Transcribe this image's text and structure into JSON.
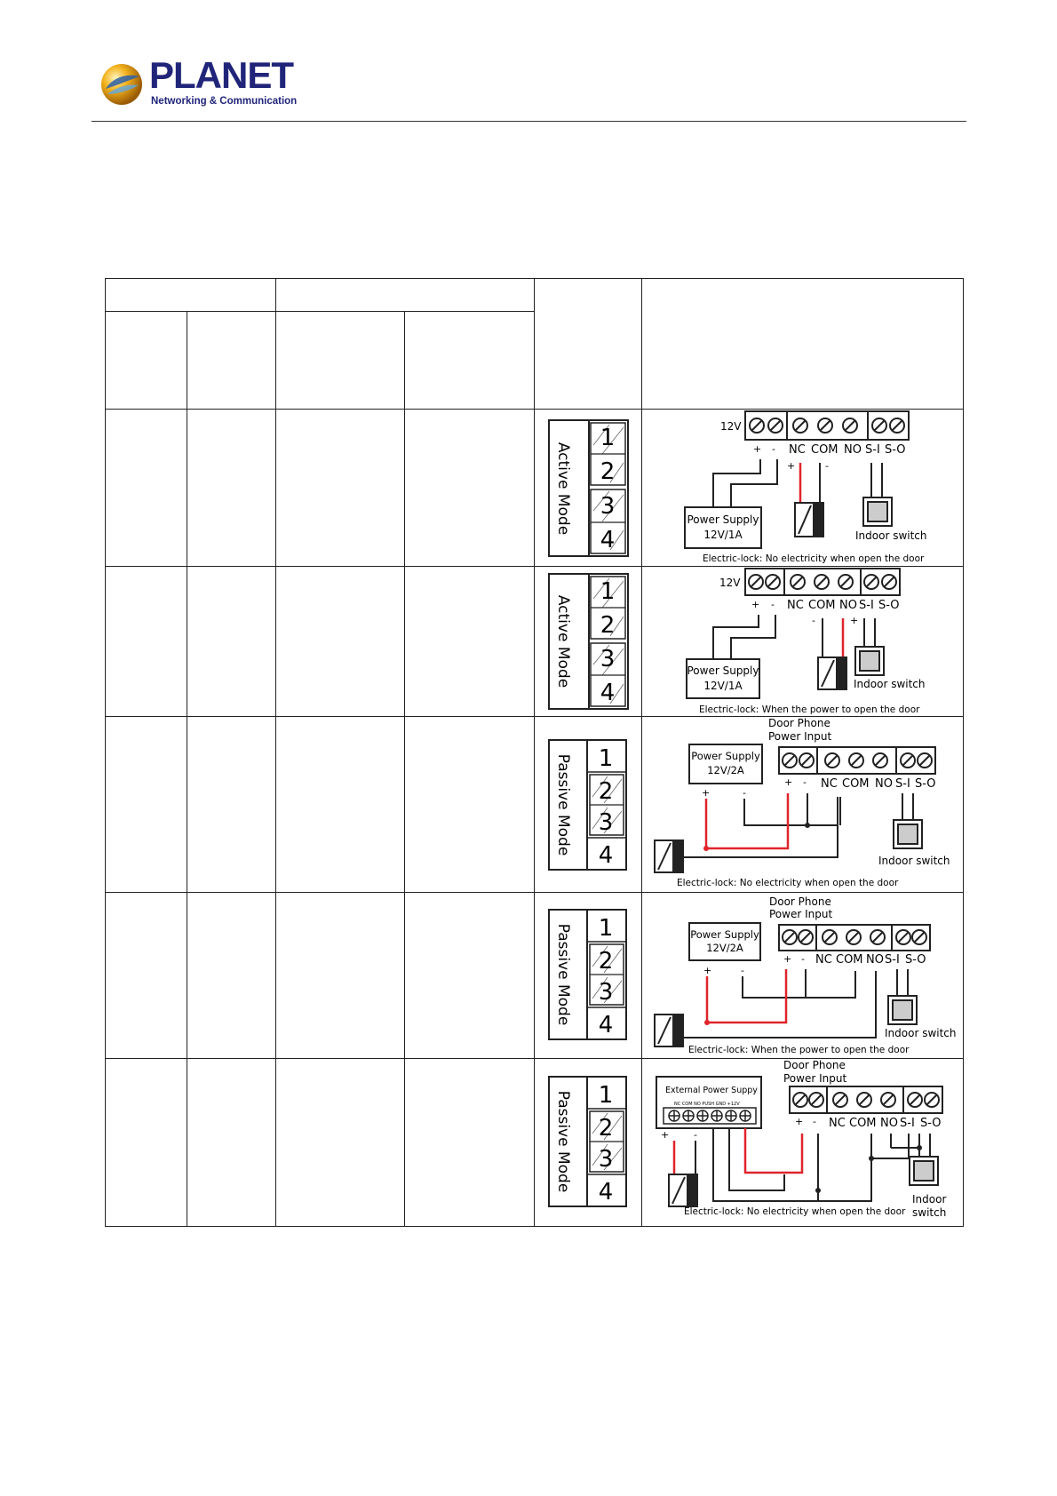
{
  "header": {
    "brand": "PLANET",
    "tagline": "Networking & Communication",
    "logo_icon": "planet-globe-icon"
  },
  "labels": {
    "volt_12v": "12V",
    "plus": "+",
    "minus": "-",
    "nc": "NC",
    "com": "COM",
    "no": "NO",
    "si": "S-I",
    "so": "S-O",
    "power_supply": "Power Supply",
    "ps_1a": "12V/1A",
    "ps_2a": "12V/2A",
    "indoor_switch": "Indoor switch",
    "indoor": "Indoor",
    "switch": "switch",
    "door_phone": "Door Phone",
    "power_input": "Power Input",
    "external_power_supply": "External Power Suppy",
    "ext_terminals": "NC COM NO PUSH GND +12V",
    "lock_no_electricity": "Electric-lock: No electricity when open the door",
    "lock_power_to_open": "Electric-lock: When the power to open the door"
  },
  "rows": [
    {
      "mode": "Active Mode",
      "pins": [
        "1",
        "2",
        "3",
        "4"
      ],
      "caption": "Electric-lock: No electricity when open the door"
    },
    {
      "mode": "Active Mode",
      "pins": [
        "1",
        "2",
        "3",
        "4"
      ],
      "caption": "Electric-lock: When the power to open the door"
    },
    {
      "mode": "Passive Mode",
      "pins": [
        "1",
        "2",
        "3",
        "4"
      ],
      "caption": "Electric-lock: No electricity when open the door"
    },
    {
      "mode": "Passive Mode",
      "pins": [
        "1",
        "2",
        "3",
        "4"
      ],
      "caption": "Electric-lock: When the power to open the door"
    },
    {
      "mode": "Passive Mode",
      "pins": [
        "1",
        "2",
        "3",
        "4"
      ],
      "caption": "Electric-lock: No electricity when open the door"
    }
  ],
  "colors": {
    "brand": "#21257a",
    "wire_red": "#e0242b",
    "line": "#222222"
  }
}
